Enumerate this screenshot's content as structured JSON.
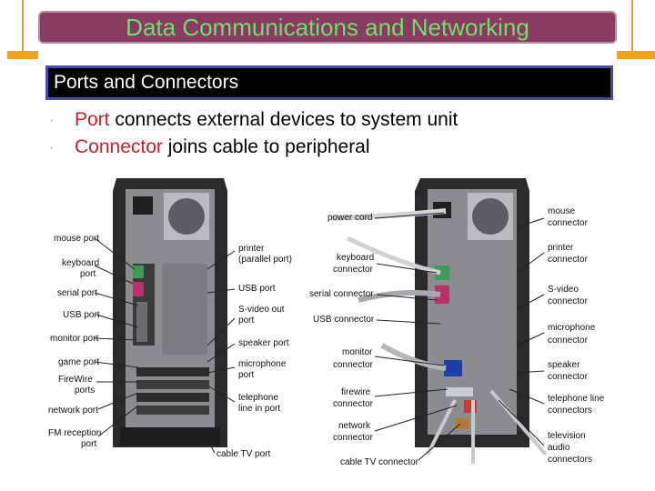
{
  "slide": {
    "title": "Data Communications and Networking",
    "section_heading": "Ports and Connectors",
    "bullets": [
      {
        "term": "Port",
        "rest": " connects external devices to system unit"
      },
      {
        "term": "Connector",
        "rest": " joins cable to peripheral"
      }
    ]
  },
  "left_labels": {
    "mouse_port": "mouse port",
    "keyboard_port_1": "keyboard",
    "keyboard_port_2": "port",
    "serial_port": "serial port",
    "usb_port": "USB port",
    "monitor_port": "monitor port",
    "game_port": "game port",
    "firewire_1": "FireWire",
    "firewire_2": "ports",
    "network_port": "network port",
    "fm_1": "FM reception",
    "fm_2": "port",
    "printer_1": "printer",
    "printer_2": "(parallel port)",
    "usb_port_r": "USB port",
    "svideo_1": "S-video out",
    "svideo_2": "port",
    "speaker_port": "speaker port",
    "mic_1": "microphone",
    "mic_2": "port",
    "tel_1": "telephone",
    "tel_2": "line in port",
    "cabletv": "cable TV port"
  },
  "right_labels": {
    "power_cord": "power cord",
    "keyboard_conn_1": "keyboard",
    "keyboard_conn_2": "connector",
    "serial_conn": "serial connector",
    "usb_conn": "USB connector",
    "monitor_conn_1": "monitor",
    "monitor_conn_2": "connector",
    "firewire_conn_1": "firewire",
    "firewire_conn_2": "connector",
    "network_conn_1": "network",
    "network_conn_2": "connector",
    "cabletv_conn": "cable TV connector",
    "mouse_conn_1": "mouse",
    "mouse_conn_2": "connector",
    "printer_conn_1": "printer",
    "printer_conn_2": "connector",
    "svideo_conn_1": "S-video",
    "svideo_conn_2": "connector",
    "mic_conn_1": "microphone",
    "mic_conn_2": "connector",
    "speaker_conn_1": "speaker",
    "speaker_conn_2": "connector",
    "tel_conn_1": "telephone line",
    "tel_conn_2": "connectors",
    "tv_audio_1": "television",
    "tv_audio_2": "audio",
    "tv_audio_3": "connectors"
  },
  "colors": {
    "title_bg": "#8b3a62",
    "title_text": "#6fe06a",
    "subhead_bg": "#000000",
    "subhead_border": "#4a4aa8",
    "term_color": "#c0242a",
    "accent": "#f2a31d"
  }
}
